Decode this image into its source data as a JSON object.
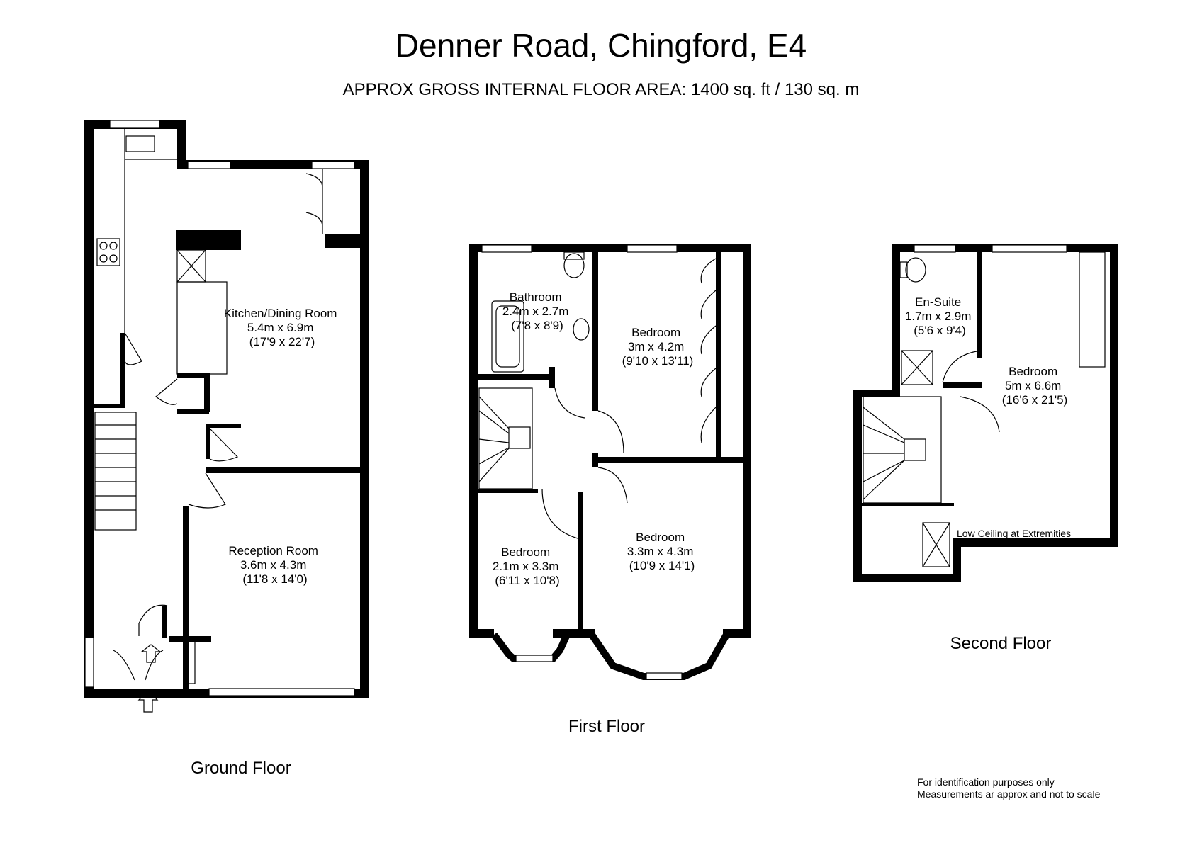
{
  "title": "Denner Road, Chingford, E4",
  "subtitle": "APPROX GROSS INTERNAL FLOOR AREA:  1400 sq. ft / 130 sq. m",
  "floors": {
    "ground": {
      "label": "Ground Floor",
      "rooms": [
        {
          "name": "Kitchen/Dining Room",
          "metric": "5.4m x 6.9m",
          "imperial": "(17'9 x 22'7)"
        },
        {
          "name": "Reception Room",
          "metric": "3.6m x 4.3m",
          "imperial": "(11'8 x 14'0)"
        }
      ]
    },
    "first": {
      "label": "First Floor",
      "rooms": [
        {
          "name": "Bathroom",
          "metric": "2.4m x 2.7m",
          "imperial": "(7'8 x 8'9)"
        },
        {
          "name": "Bedroom",
          "metric": "3m x 4.2m",
          "imperial": "(9'10 x 13'11)"
        },
        {
          "name": "Bedroom",
          "metric": "3.3m x 4.3m",
          "imperial": "(10'9 x 14'1)"
        },
        {
          "name": "Bedroom",
          "metric": "2.1m x 3.3m",
          "imperial": "(6'11 x 10'8)"
        }
      ]
    },
    "second": {
      "label": "Second Floor",
      "rooms": [
        {
          "name": "En-Suite",
          "metric": "1.7m x 2.9m",
          "imperial": "(5'6 x 9'4)"
        },
        {
          "name": "Bedroom",
          "metric": "5m x 6.6m",
          "imperial": "(16'6 x 21'5)"
        }
      ],
      "note": "Low Ceiling at Extremities"
    }
  },
  "disclaimer": {
    "line1": "For identification purposes only",
    "line2": "Measurements ar approx and not to scale"
  }
}
